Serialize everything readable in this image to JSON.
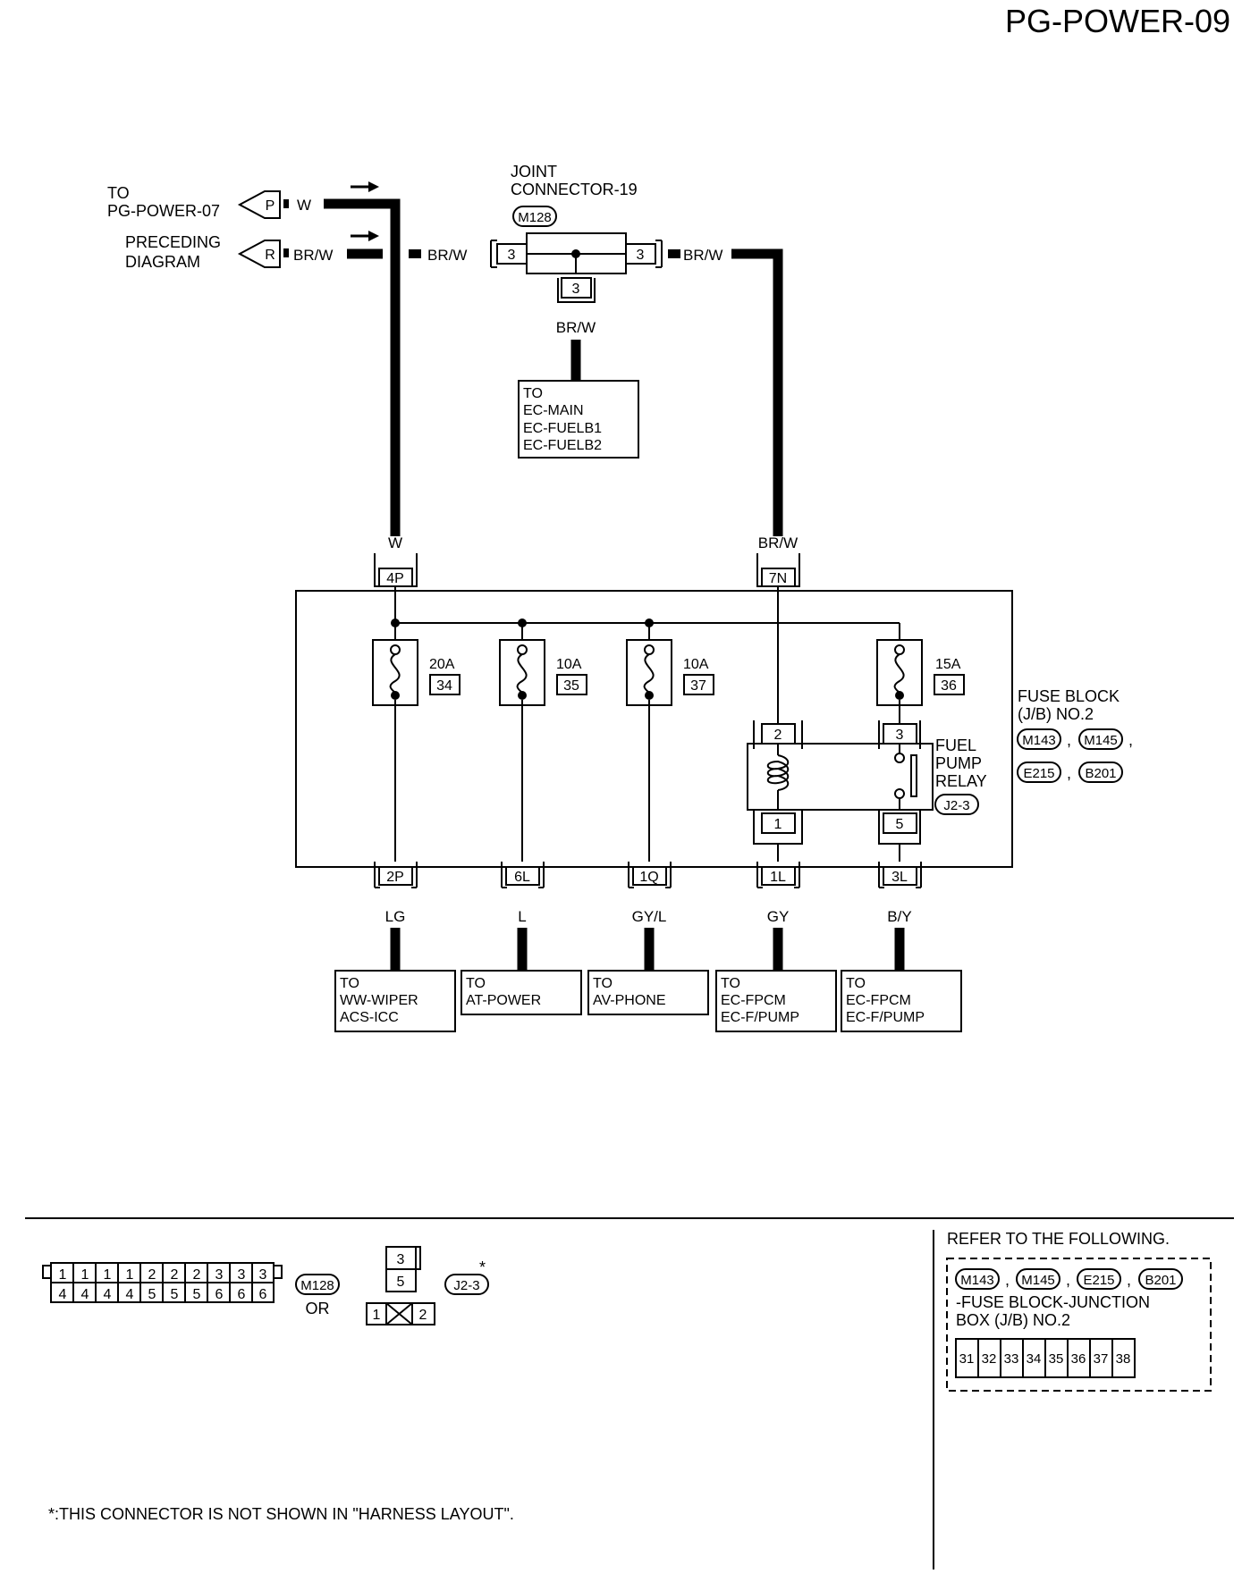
{
  "header": {
    "page_code": "PG-POWER-09"
  },
  "offpage": {
    "to_label_1": "TO",
    "to_label_2": "PG-POWER-07",
    "to_letter": "P",
    "to_wire": "W",
    "prec_label_1": "PRECEDING",
    "prec_label_2": "DIAGRAM",
    "prec_letter": "R",
    "prec_wire": "BR/W"
  },
  "joint": {
    "title_1": "JOINT",
    "title_2": "CONNECTOR-19",
    "id": "M128",
    "pin_left": "3",
    "pin_right": "3",
    "pin_bottom": "3",
    "wire_left": "BR/W",
    "wire_right": "BR/W",
    "wire_bottom": "BR/W",
    "dest": [
      "TO",
      "EC-MAIN",
      "EC-FUELB1",
      "EC-FUELB2"
    ]
  },
  "fuse_block": {
    "in_left_wire": "W",
    "in_left_conn": "4P",
    "in_right_wire": "BR/W",
    "in_right_conn": "7N",
    "fuses": [
      {
        "amp": "20A",
        "num": "34"
      },
      {
        "amp": "10A",
        "num": "35"
      },
      {
        "amp": "10A",
        "num": "37"
      },
      {
        "amp": "15A",
        "num": "36"
      }
    ],
    "label_1": "FUSE BLOCK",
    "label_2": "(J/B) NO.2",
    "ids": [
      "M143",
      "M145",
      "E215",
      "B201"
    ]
  },
  "relay": {
    "label_1": "FUEL",
    "label_2": "PUMP",
    "label_3": "RELAY",
    "id": "J2-3",
    "pin_top_left": "2",
    "pin_top_right": "3",
    "pin_bottom_left": "1",
    "pin_bottom_right": "5"
  },
  "outputs": [
    {
      "conn": "2P",
      "wire": "LG",
      "dest": [
        "TO",
        "WW-WIPER",
        "ACS-ICC"
      ]
    },
    {
      "conn": "6L",
      "wire": "L",
      "dest": [
        "TO",
        "AT-POWER"
      ]
    },
    {
      "conn": "1Q",
      "wire": "GY/L",
      "dest": [
        "TO",
        "AV-PHONE"
      ]
    },
    {
      "conn": "1L",
      "wire": "GY",
      "dest": [
        "TO",
        "EC-FPCM",
        "EC-F/PUMP"
      ]
    },
    {
      "conn": "3L",
      "wire": "B/Y",
      "dest": [
        "TO",
        "EC-FPCM",
        "EC-F/PUMP"
      ]
    }
  ],
  "legend": {
    "m128_row1": [
      "1",
      "1",
      "1",
      "1",
      "2",
      "2",
      "2",
      "3",
      "3",
      "3"
    ],
    "m128_row2": [
      "4",
      "4",
      "4",
      "4",
      "5",
      "5",
      "5",
      "6",
      "6",
      "6"
    ],
    "m128_id": "M128",
    "or_text": "OR",
    "j23_pins": [
      "3",
      "5",
      "1",
      "2"
    ],
    "j23_id": "J2-3",
    "asterisk": "*",
    "note": "*:THIS CONNECTOR IS NOT SHOWN IN \"HARNESS LAYOUT\"."
  },
  "refer": {
    "title": "REFER TO THE FOLLOWING.",
    "ids": [
      "M143",
      "M145",
      "E215",
      "B201"
    ],
    "line_1": "-FUSE BLOCK-JUNCTION",
    "line_2": "BOX (J/B) NO.2",
    "pins": [
      "31",
      "32",
      "33",
      "34",
      "35",
      "36",
      "37",
      "38"
    ]
  }
}
